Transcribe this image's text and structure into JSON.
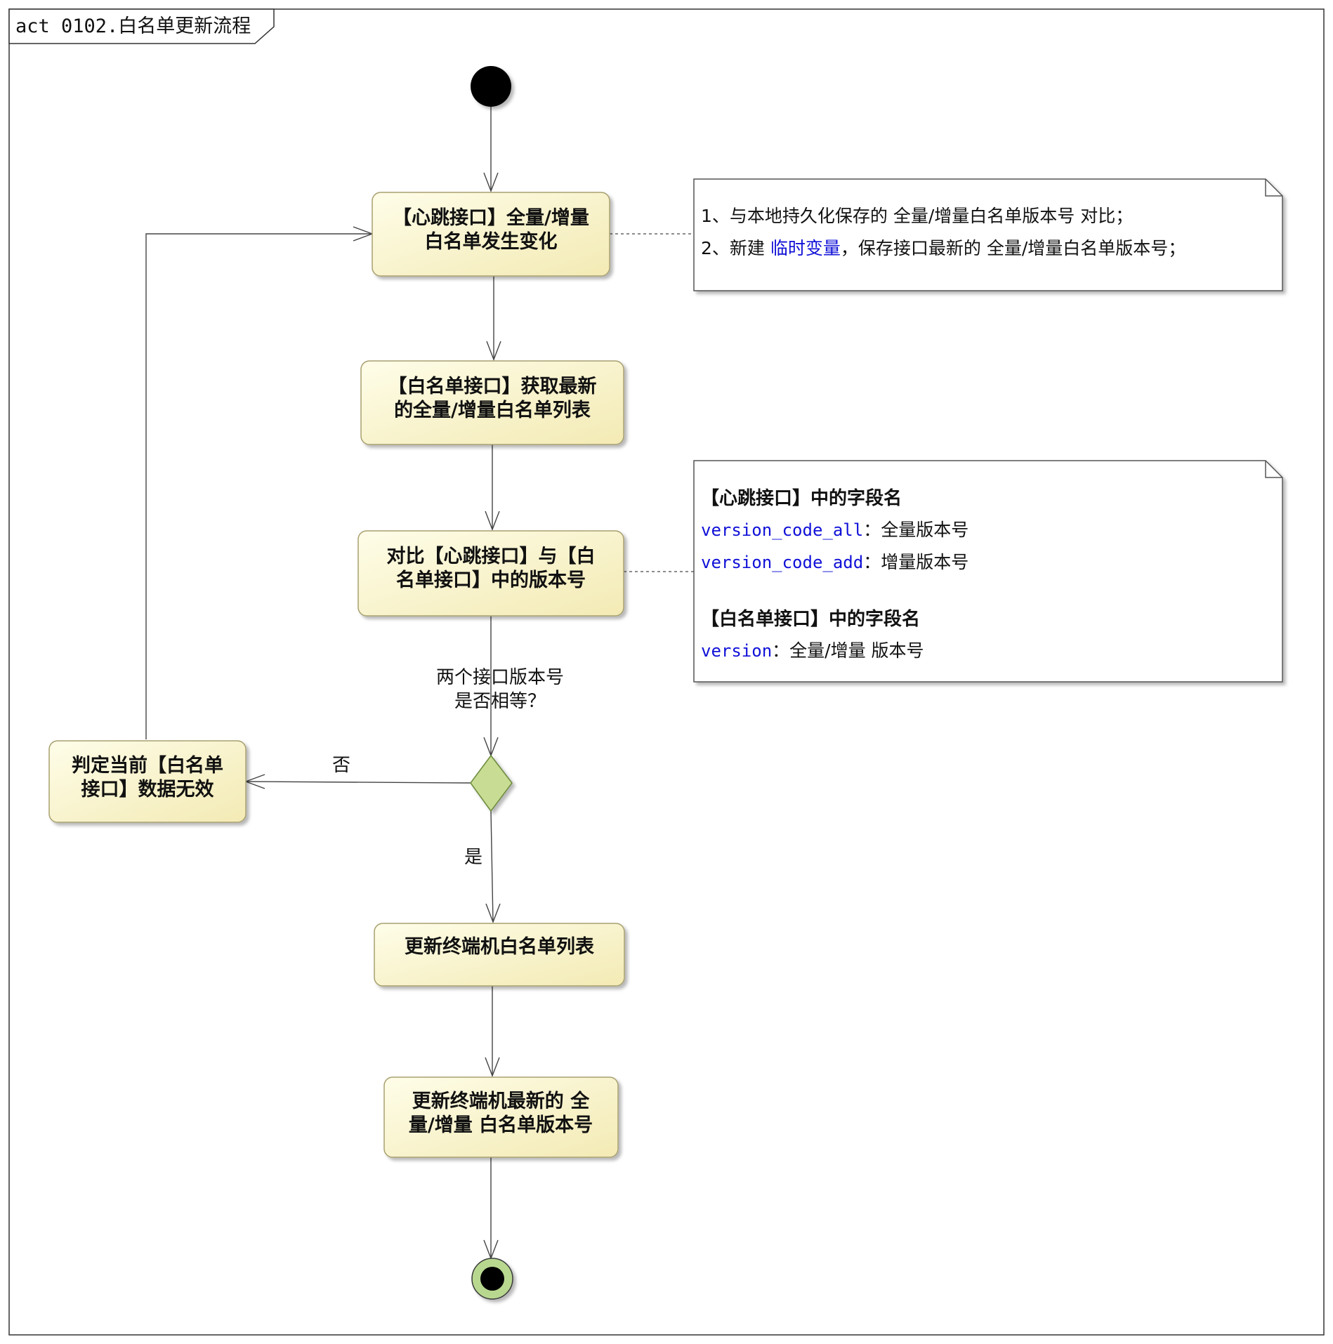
{
  "frame": {
    "title": "act 0102.白名单更新流程"
  },
  "nodes": {
    "heartbeat": {
      "line1": "【心跳接口】全量/增量",
      "line2": "白名单发生变化"
    },
    "fetch": {
      "line1": "【白名单接口】获取最新",
      "line2": "的全量/增量白名单列表"
    },
    "compare": {
      "line1": "对比【心跳接口】与【白",
      "line2": "名单接口】中的版本号"
    },
    "invalid": {
      "line1": "判定当前【白名单",
      "line2": "接口】数据无效"
    },
    "update_list": {
      "line1": "更新终端机白名单列表"
    },
    "update_version": {
      "line1": "更新终端机最新的 全",
      "line2": "量/增量 白名单版本号"
    }
  },
  "decision": {
    "question_line1": "两个接口版本号",
    "question_line2": "是否相等？",
    "no_label": "否",
    "yes_label": "是"
  },
  "notes": {
    "note1": {
      "line1": "1、与本地持久化保存的 全量/增量白名单版本号 对比；",
      "line2_prefix": "2、新建 ",
      "line2_highlight": "临时变量",
      "line2_suffix": "，保存接口最新的 全量/增量白名单版本号；"
    },
    "note2": {
      "heading1": "【心跳接口】中的字段名",
      "field1_name": "version_code_all",
      "field1_desc": "：全量版本号",
      "field2_name": "version_code_add",
      "field2_desc": "：增量版本号",
      "heading2": "【白名单接口】中的字段名",
      "field3_name": "version",
      "field3_desc": "：全量/增量 版本号"
    }
  },
  "colors": {
    "activity_fill_start": "#fefde8",
    "activity_fill_end": "#f4ecb8",
    "activity_border": "#a8a070",
    "decision_fill": "#c9dc94",
    "end_ring_fill": "#b8d890",
    "highlight_blue": "#1010d8"
  }
}
